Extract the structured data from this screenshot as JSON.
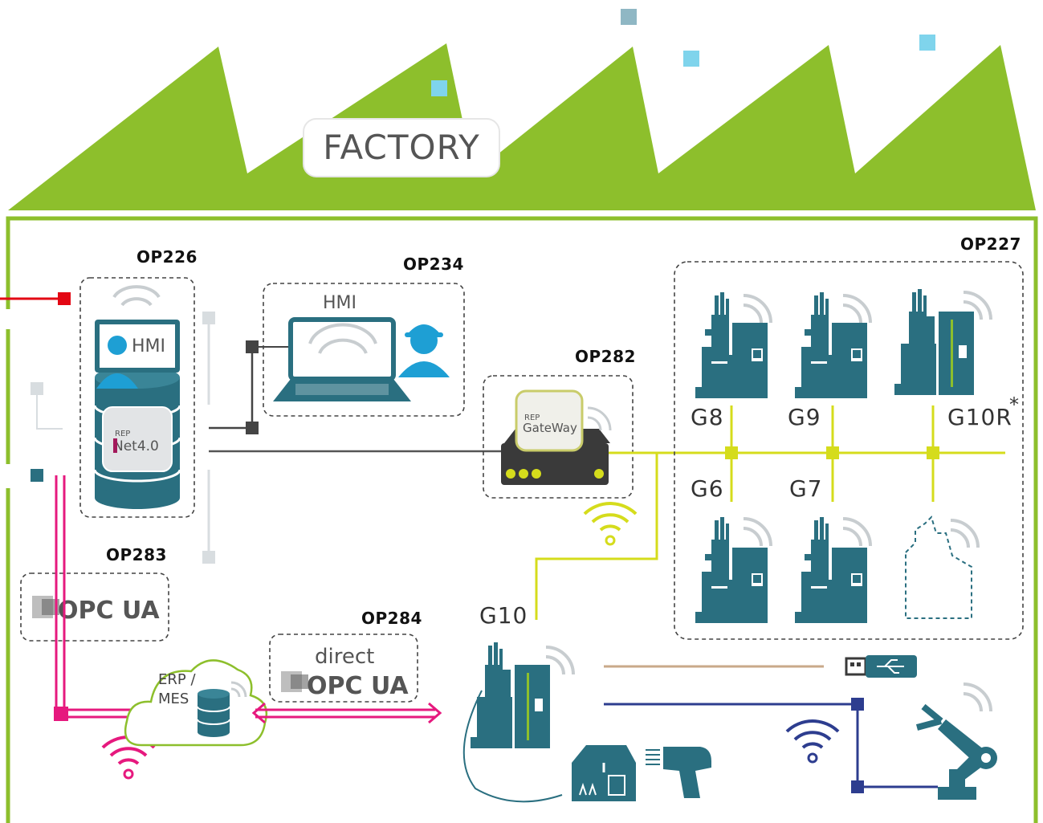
{
  "title": "FACTORY",
  "colors": {
    "green": "#8dbf2c",
    "teal": "#2a6f80",
    "yellow": "#d5dc1c",
    "magenta": "#e6197e",
    "red": "#e30613",
    "navy": "#2d3d8f",
    "tan": "#c9a98a",
    "dark": "#555555",
    "light_grey": "#d8dde0",
    "sky": "#7fd4ec"
  },
  "nodes": {
    "op226": {
      "label": "OP226",
      "hmi": "HMI",
      "rep": "REP",
      "product": "Net4.0"
    },
    "op234": {
      "label": "OP234",
      "hmi": "HMI"
    },
    "op282": {
      "label": "OP282",
      "rep": "REP",
      "product": "GateWay"
    },
    "op227": {
      "label": "OP227"
    },
    "op283": {
      "label": "OP283",
      "protocol": "OPC UA"
    },
    "op284": {
      "label": "OP284",
      "prefix": "direct",
      "protocol": "OPC UA"
    },
    "erp": {
      "line1": "ERP /",
      "line2": "MES"
    }
  },
  "machines": {
    "g8": "G8",
    "g9": "G9",
    "g10r": "G10R",
    "g10r_mark": "*",
    "g6": "G6",
    "g7": "G7",
    "g10": "G10"
  },
  "icons": {
    "usb": "usb-stick-icon",
    "robot": "robot-arm-icon",
    "scanner": "barcode-scanner-icon",
    "box": "package-box-icon",
    "wifi": "wifi-icon",
    "operator": "operator-icon",
    "database": "database-icon"
  }
}
